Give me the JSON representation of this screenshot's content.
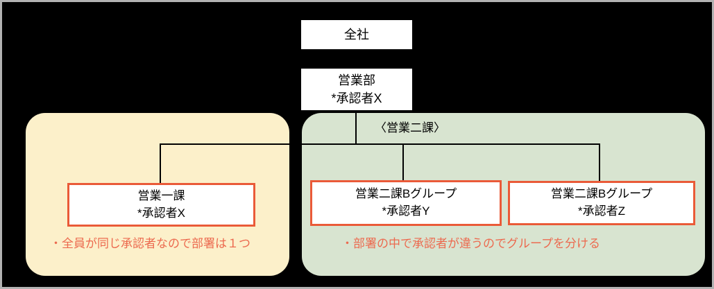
{
  "diagram": {
    "root": {
      "label": "全社"
    },
    "department": {
      "name": "営業部",
      "approver": "*承認者X"
    },
    "section_label": "〈営業二課〉",
    "left_panel": {
      "node": {
        "name": "営業一課",
        "approver": "*承認者X"
      },
      "note": "・全員が同じ承認者なので部署は１つ"
    },
    "right_panel": {
      "nodes": [
        {
          "name": "営業二課Bグループ",
          "approver": "*承認者Y"
        },
        {
          "name": "営業二課Bグループ",
          "approver": "*承認者Z"
        }
      ],
      "note": "・部署の中で承認者が違うのでグループを分ける"
    },
    "colors": {
      "background": "#000000",
      "frame_border": "#B2B2B2",
      "left_panel_bg": "#FCF0CA",
      "right_panel_bg": "#D8E4D0",
      "node_bg": "#FFFFFF",
      "node_border": "#EA5A38",
      "note_text": "#EC6A4F",
      "connector": "#000000",
      "node_text": "#000000"
    }
  }
}
